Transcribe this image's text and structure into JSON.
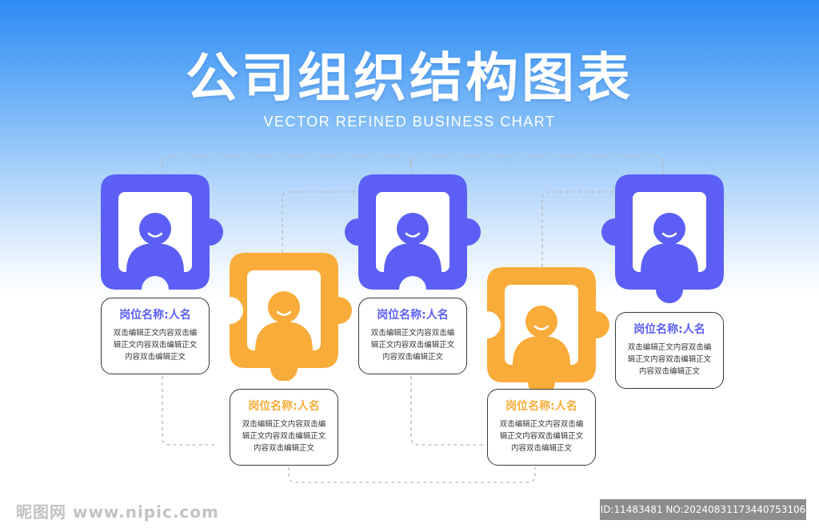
{
  "title": "公司组织结构图表",
  "subtitle": "VECTOR REFINED BUSINESS CHART",
  "colors": {
    "blue": "#5b5ff5",
    "orange": "#f9ac3a",
    "connector": "#b9b9b9"
  },
  "nodes": [
    {
      "icon": "person-icon",
      "color": "blue",
      "role_label": "岗位名称:人名",
      "body": [
        "双击编辑正文内容双击编",
        "辑正文内容双击编辑正文",
        "内容双击编辑正文"
      ]
    },
    {
      "icon": "person-icon",
      "color": "orange",
      "role_label": "岗位名称:人名",
      "body": [
        "双击编辑正文内容双击编",
        "辑正文内容双击编辑正文",
        "内容双击编辑正文"
      ]
    },
    {
      "icon": "person-icon",
      "color": "blue",
      "role_label": "岗位名称:人名",
      "body": [
        "双击编辑正文内容双击编",
        "辑正文内容双击编辑正文",
        "内容双击编辑正文"
      ]
    },
    {
      "icon": "person-icon",
      "color": "orange",
      "role_label": "岗位名称:人名",
      "body": [
        "双击编辑正文内容双击编",
        "辑正文内容双击编辑正文",
        "内容双击编辑正文"
      ]
    },
    {
      "icon": "person-icon",
      "color": "blue",
      "role_label": "岗位名称:人名",
      "body": [
        "双击编辑正文内容双击编",
        "辑正文内容双击编辑正文",
        "内容双击编辑正文"
      ]
    }
  ],
  "watermark": {
    "left": "昵图网 www.nipic.com",
    "right": "ID:11483481 NO:20240831173440753106"
  }
}
